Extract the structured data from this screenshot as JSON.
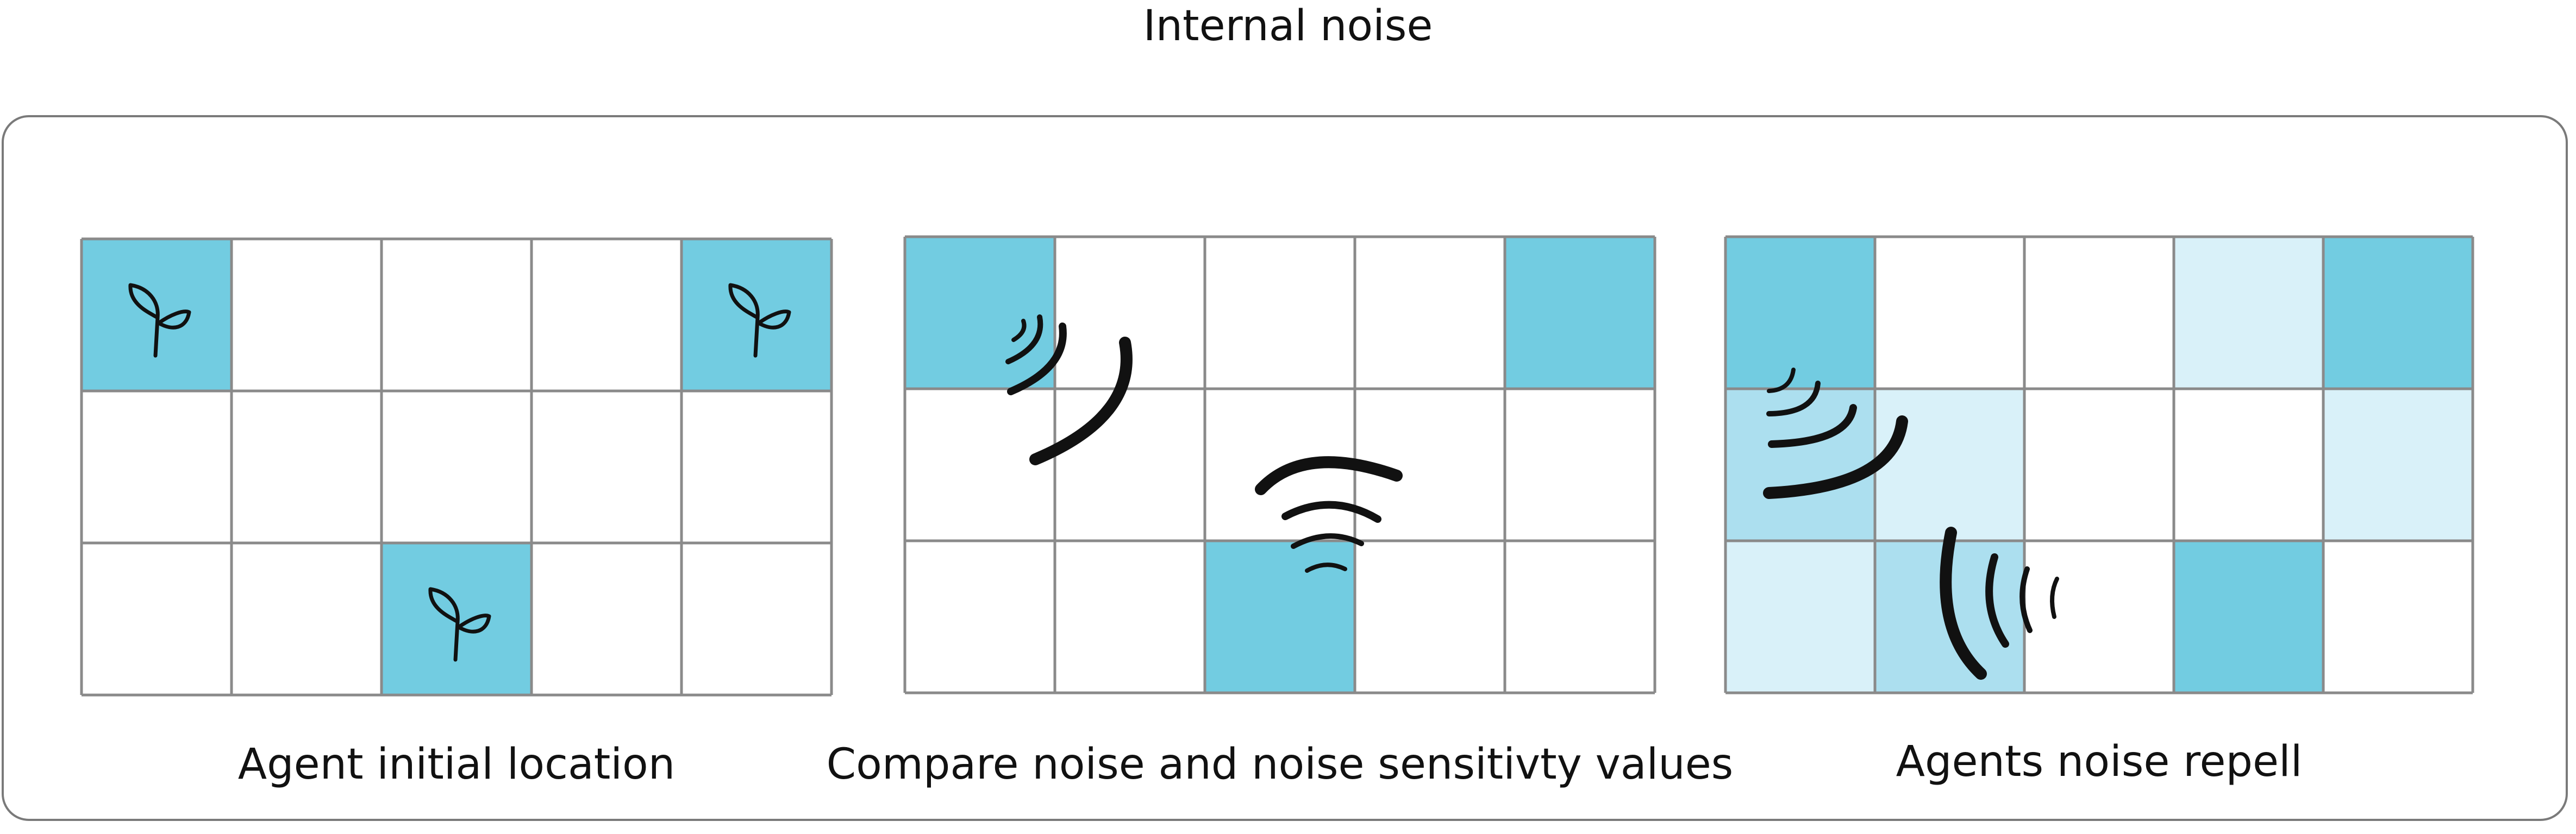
{
  "title": "Internal noise",
  "colors": {
    "agent": "#72cce1",
    "light": "#d9f1f9",
    "mid": "#acdfef",
    "grid": "#8a8a8a",
    "ink": "#111111"
  },
  "panels": [
    {
      "caption": "Agent initial location",
      "rows": 3,
      "cols": 5,
      "cells": [
        {
          "r": 0,
          "c": 0,
          "fill": "agent",
          "icon": "sprout"
        },
        {
          "r": 0,
          "c": 4,
          "fill": "agent",
          "icon": "sprout"
        },
        {
          "r": 2,
          "c": 2,
          "fill": "agent",
          "icon": "sprout"
        }
      ]
    },
    {
      "caption": "Compare noise and noise sensitivty values",
      "rows": 3,
      "cols": 5,
      "cells": [
        {
          "r": 0,
          "c": 0,
          "fill": "agent"
        },
        {
          "r": 0,
          "c": 4,
          "fill": "agent"
        },
        {
          "r": 2,
          "c": 2,
          "fill": "agent"
        }
      ]
    },
    {
      "caption": "Agents noise repell",
      "rows": 3,
      "cols": 5,
      "cells": [
        {
          "r": 0,
          "c": 0,
          "fill": "agent"
        },
        {
          "r": 0,
          "c": 3,
          "fill": "light"
        },
        {
          "r": 0,
          "c": 4,
          "fill": "agent"
        },
        {
          "r": 1,
          "c": 0,
          "fill": "mid"
        },
        {
          "r": 1,
          "c": 1,
          "fill": "light"
        },
        {
          "r": 1,
          "c": 4,
          "fill": "light"
        },
        {
          "r": 2,
          "c": 0,
          "fill": "light"
        },
        {
          "r": 2,
          "c": 1,
          "fill": "mid"
        },
        {
          "r": 2,
          "c": 3,
          "fill": "agent"
        }
      ]
    }
  ]
}
